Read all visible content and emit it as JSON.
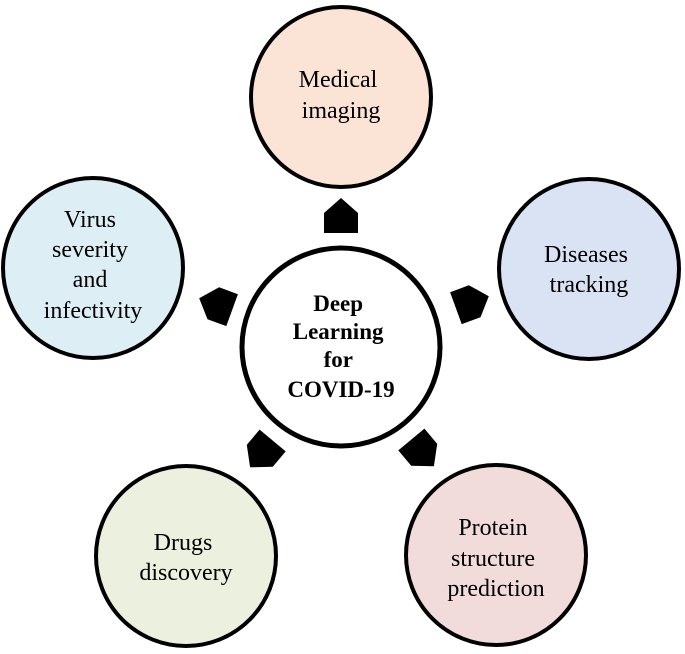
{
  "center": {
    "lines": [
      "Deep",
      "Learning",
      "for",
      "COVID-19"
    ],
    "fill": "#ffffff"
  },
  "nodes": [
    {
      "id": "medical-imaging",
      "lines": [
        "Medical",
        "imaging"
      ],
      "fill": "#fbe4d5"
    },
    {
      "id": "diseases-tracking",
      "lines": [
        "Diseases",
        "tracking"
      ],
      "fill": "#dae3f3"
    },
    {
      "id": "protein-structure-prediction",
      "lines": [
        "Protein",
        "structure",
        "prediction"
      ],
      "fill": "#f2dcdb"
    },
    {
      "id": "drugs-discovery",
      "lines": [
        "Drugs",
        "discovery"
      ],
      "fill": "#ebf1de"
    },
    {
      "id": "virus-severity-and-infectivity",
      "lines": [
        "Virus",
        "severity",
        "and",
        "infectivity"
      ],
      "fill": "#deeef5"
    }
  ],
  "style": {
    "stroke": "#000000",
    "arrow_fill": "#000000"
  }
}
